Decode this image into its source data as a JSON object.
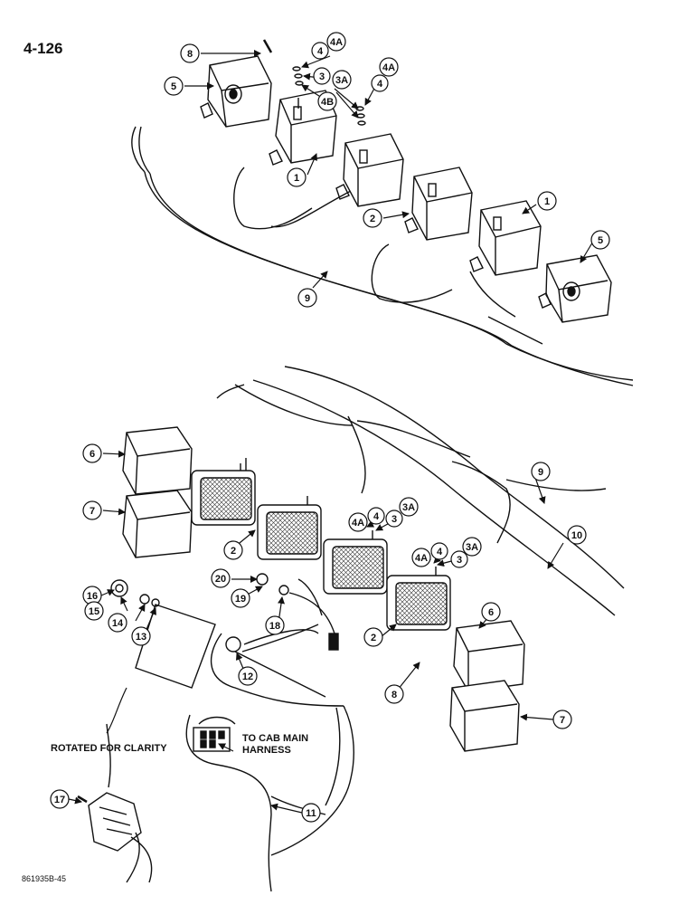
{
  "page_number": "4-126",
  "document_id": "861935B-45",
  "notes": {
    "rotated": "ROTATED FOR CLARITY",
    "cab_line1": "TO CAB MAIN",
    "cab_line2": "HARNESS"
  },
  "callouts": [
    "8",
    "4",
    "4A",
    "3",
    "3A",
    "4B",
    "4A",
    "4",
    "5",
    "1",
    "2",
    "1",
    "5",
    "9",
    "6",
    "7",
    "9",
    "10",
    "4A",
    "4",
    "3",
    "3A",
    "4A",
    "4",
    "3",
    "3A",
    "20",
    "19",
    "16",
    "15",
    "14",
    "13",
    "18",
    "2",
    "12",
    "2",
    "6",
    "8",
    "7",
    "17",
    "11"
  ]
}
